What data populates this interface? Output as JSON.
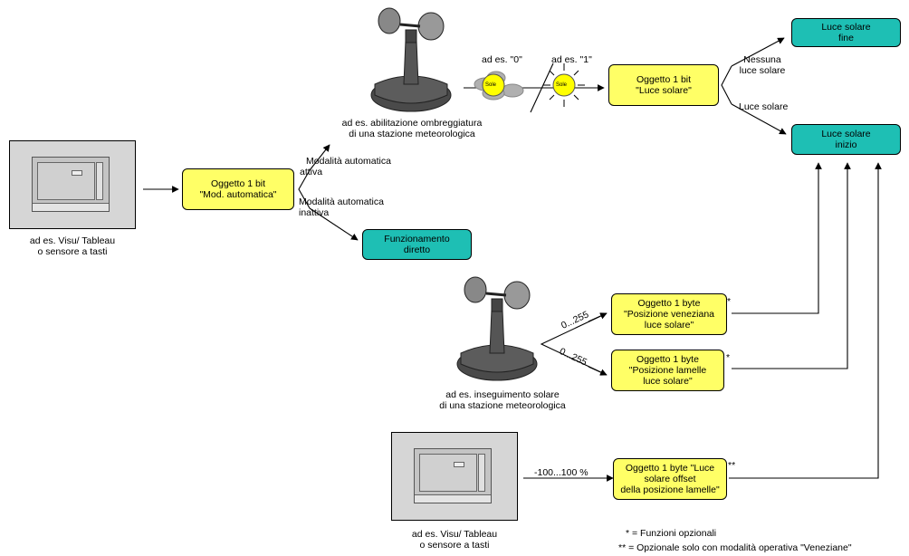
{
  "nodes": {
    "oggetto_mod_automatica": [
      "Oggetto 1 bit",
      "\"Mod. automatica\""
    ],
    "oggetto_luce_solare": [
      "Oggetto 1 bit",
      "\"Luce solare\""
    ],
    "luce_solare_fine": [
      "Luce solare",
      "fine"
    ],
    "luce_solare_inizio": [
      "Luce solare",
      "inizio"
    ],
    "funzionamento_diretto": [
      "Funzionamento",
      "diretto"
    ],
    "posizione_veneziana": [
      "Oggetto 1 byte",
      "\"Posizione veneziana",
      "luce solare\""
    ],
    "posizione_lamelle": [
      "Oggetto 1 byte",
      "\"Posizione lamelle",
      "luce solare\""
    ],
    "luce_solare_offset": [
      "Oggetto 1 byte \"Luce",
      "solare offset",
      "della posizione lamelle\""
    ]
  },
  "captions": {
    "visu_top": [
      "ad es. Visu/ Tableau",
      "o sensore a tasti"
    ],
    "visu_bottom": [
      "ad es. Visu/ Tableau",
      "o sensore a tasti"
    ],
    "station_top": [
      "ad es. abilitazione ombreggiatura",
      "di una stazione meteorologica"
    ],
    "station_bottom": [
      "ad es. inseguimento solare",
      "di una stazione meteorologica"
    ]
  },
  "edge_labels": {
    "auto_attiva": [
      "Modalità automatica",
      "attiva"
    ],
    "auto_inattiva": [
      "Modalità automatica",
      "inattiva"
    ],
    "nessuna_luce": [
      "Nessuna",
      "luce solare"
    ],
    "luce_solare": "Luce solare",
    "es_zero": "ad es. \"0\"",
    "es_uno": "ad es. \"1\"",
    "range_a": "0...255",
    "range_b": "0...255",
    "range_offset": "-100...100 %"
  },
  "sun_label": "Sole",
  "footnote_markers": {
    "single": "*",
    "double": "**"
  },
  "legend": {
    "optional": "* = Funzioni opzionali",
    "venetian_only": "** = Opzionale solo con modalità operativa \"Veneziane\""
  },
  "colors": {
    "object_fill": "#ffff66",
    "state_fill": "#1ebfb4",
    "sun": "#ffff00",
    "cloud": "#b0b0b0"
  }
}
